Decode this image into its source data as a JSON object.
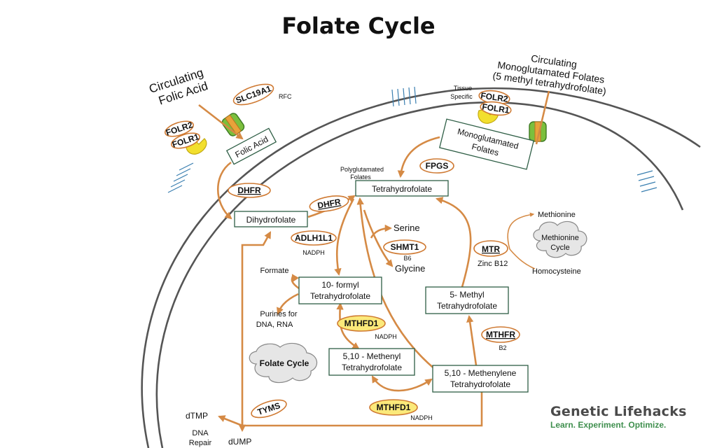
{
  "title": "Folate Cycle",
  "brand": {
    "name": "Genetic Lifehacks",
    "tagline": "Learn. Experiment. Optimize."
  },
  "colors": {
    "arrow": "#d58a45",
    "enzyme_border": "#cf7a33",
    "enzyme_highlight": "#fbe97a",
    "box_border": "#2e5e45",
    "membrane": "#555555",
    "brand_green": "#3f8f4e"
  },
  "labels": {
    "circulating_folic_acid_1": "Circulating",
    "circulating_folic_acid_2": "Folic Acid",
    "circ_mono_1": "Circulating",
    "circ_mono_2": "Monoglutamated Folates",
    "circ_mono_3": "(5 methyl tetrahydrofolate)",
    "rfc": "RFC",
    "tissue_specific_1": "Tissue",
    "tissue_specific_2": "Specific",
    "polyglutamated_1": "Polyglutamated",
    "polyglutamated_2": "Folates",
    "formate": "Formate",
    "purines_1": "Purines for",
    "purines_2": "DNA, RNA",
    "serine": "Serine",
    "glycine": "Glycine",
    "methionine": "Methionine",
    "homocysteine": "Homocysteine",
    "zinc_b12": "Zinc B12",
    "dtmp": "dTMP",
    "dump": "dUMP",
    "dna_repair_1": "DNA",
    "dna_repair_2": "Repair"
  },
  "molecules": {
    "folic_acid": "Folic Acid",
    "dihydrofolate": "Dihydrofolate",
    "tetrahydrofolate": "Tetrahydrofolate",
    "monoglutamated_1": "Monoglutamated",
    "monoglutamated_2": "Folates",
    "formyl_1": "10- formyl",
    "formyl_2": "Tetrahydrofolate",
    "methenyl_1": "5,10 - Methenyl",
    "methenyl_2": "Tetrahydrofolate",
    "methylene_1": "5,10 - Methenylene",
    "methylene_2": "Tetrahydrofolate",
    "methyl_1": "5- Methyl",
    "methyl_2": "Tetrahydrofolate"
  },
  "enzymes": {
    "folr2_left": "FOLR2",
    "folr1_left": "FOLR1",
    "slc19a1": "SLC19A1",
    "folr2_right": "FOLR2",
    "folr1_right": "FOLR1",
    "fpgs": "FPGS",
    "dhfr_1": "DHFR",
    "dhfr_2": "DHFR",
    "adlh1l1": "ADLH1L1",
    "adlh1l1_cofactor": "NADPH",
    "shmt1": "SHMT1",
    "shmt1_cofactor": "B6",
    "mtr": "MTR",
    "mthfd1_1": "MTHFD1",
    "mthfd1_1_cofactor": "NADPH",
    "mthfr": "MTHFR",
    "mthfr_cofactor": "B2",
    "tyms": "TYMS",
    "mthfd1_2": "MTHFD1",
    "mthfd1_2_cofactor": "NADPH"
  },
  "clouds": {
    "methionine_cycle_1": "Methionine",
    "methionine_cycle_2": "Cycle",
    "folate_cycle": "Folate Cycle"
  }
}
